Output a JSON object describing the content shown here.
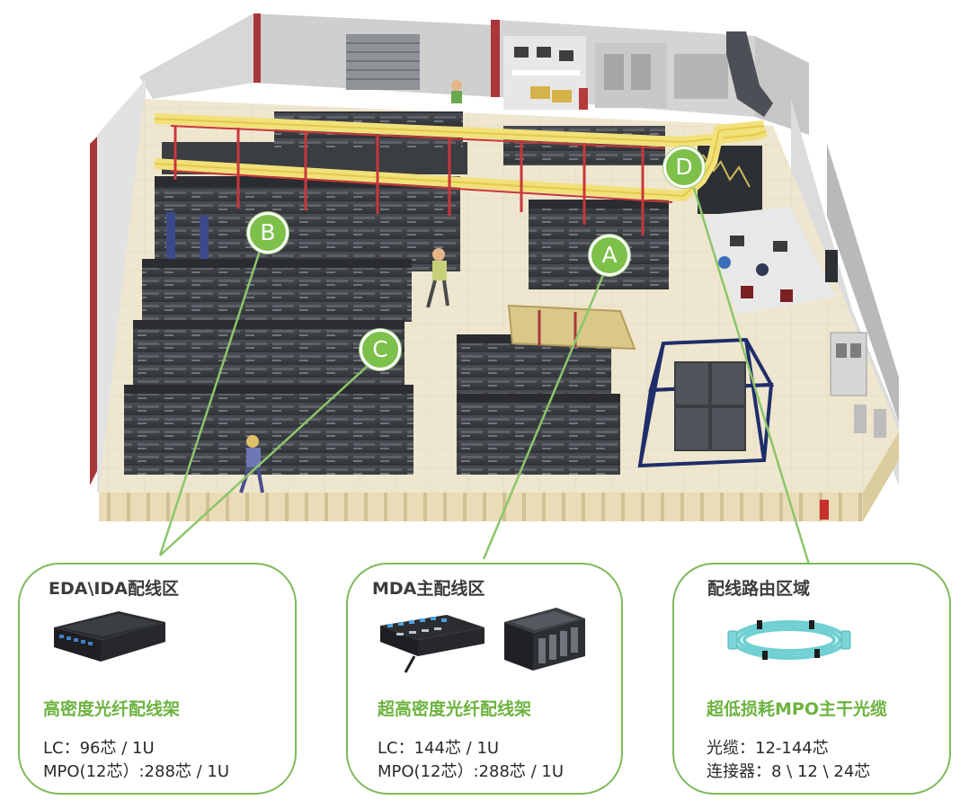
{
  "markers": [
    {
      "id": "A",
      "label": "A"
    },
    {
      "id": "B",
      "label": "B"
    },
    {
      "id": "C",
      "label": "C"
    },
    {
      "id": "D",
      "label": "D"
    }
  ],
  "cards": {
    "eda": {
      "title": "EDA\\IDA配线区",
      "product": "高密度光纤配线架",
      "spec1": "LC：96芯 / 1U",
      "spec2": "MPO(12芯）:288芯 / 1U"
    },
    "mda": {
      "title": "MDA主配线区",
      "product": "超高密度光纤配线架",
      "spec1": "LC：144芯 / 1U",
      "spec2": "MPO(12芯）:288芯 / 1U"
    },
    "routing": {
      "title": "配线路由区域",
      "product": "超低损耗MPO主干光缆",
      "spec1": "光缆：12-144芯",
      "spec2": "连接器：8 \\ 12 \\ 24芯"
    }
  },
  "colors": {
    "accent_green": "#7dc04a",
    "card_border": "#7dba5a",
    "product_text": "#6cb33f",
    "cable_tray": "#f2e07a",
    "rack": "#3a3d42",
    "wall": "#c9c9c9",
    "floor": "#efe6cf",
    "accent_red": "#a8373a"
  }
}
